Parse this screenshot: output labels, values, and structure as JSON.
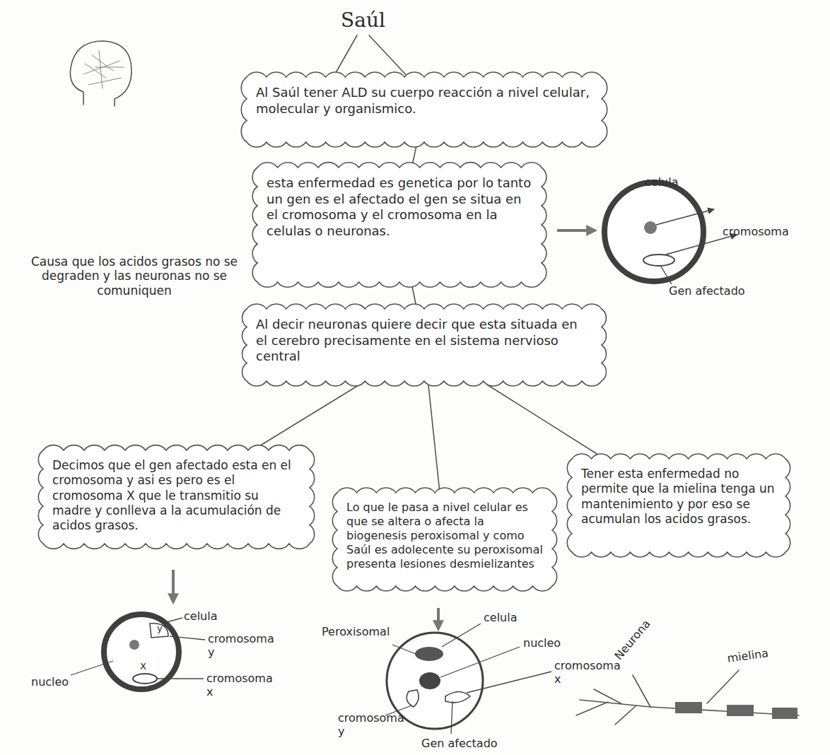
{
  "diagram": {
    "title": "Saúl",
    "nodes": [
      {
        "text": [
          "Al Saúl tener ALD su cuerpo reacción a nivel celular, molecular y organismico."
        ]
      },
      {
        "text": [
          "esta enfermedad es genetica por lo tanto un gen es el afectado el gen se situa en el cromosoma y el cromosoma en la celulas o neuronas."
        ]
      },
      {
        "text": [
          "Al decir neuronas quiere decir que esta situada en el cerebro precisamente en el sistema nervioso central"
        ]
      },
      {
        "text": [
          "Decimos que el gen afectado esta en el cromosoma y asi es pero es el cromosoma X que le transmitio su madre y conlleva a la acumulación de acidos grasos."
        ]
      },
      {
        "text": [
          "Lo que le pasa a nivel celular es que se altera o afecta la biogenesis peroxisomal y como Saúl es adolecente su peroxisomal presenta lesiones desmielizantes"
        ]
      },
      {
        "text": [
          "Tener esta enfermedad no permite que la mielina tenga un mantenimiento y por eso se acumulan los acidos grasos."
        ]
      }
    ],
    "edges": [
      {
        "from": 0,
        "to": 1,
        "arrow": "none"
      },
      {
        "from": 1,
        "to": 2,
        "arrow": "none"
      },
      {
        "from": 2,
        "to": 3,
        "arrow": "none"
      },
      {
        "from": 2,
        "to": 4,
        "arrow": "none"
      },
      {
        "from": 2,
        "to": 5,
        "arrow": "none"
      }
    ],
    "labels": [
      "Causa que los acidos grasos no se degraden y las neuronas no se comuniquen",
      "celula",
      "cromosoma",
      "Gen afectado",
      "celula",
      "y",
      "X",
      "cromosoma y",
      "cromosoma x",
      "nucleo",
      "Peroxisomal",
      "celula",
      "nucleo",
      "cromosoma x",
      "cromosoma y",
      "Gen afectado",
      "Neurona",
      "mielina"
    ]
  }
}
